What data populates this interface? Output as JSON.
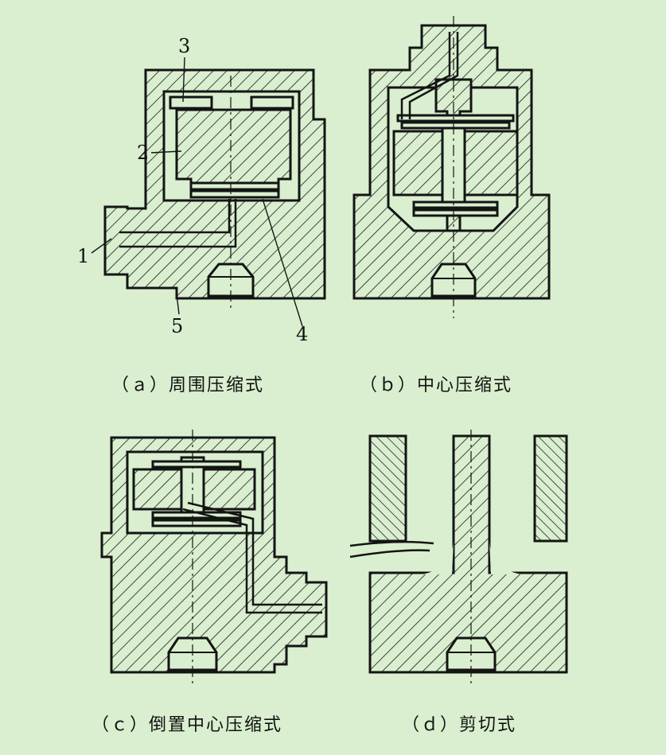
{
  "panels": {
    "a": {
      "caption": "（ａ）周围压缩式",
      "labels": {
        "l1": "1",
        "l2": "2",
        "l3": "3",
        "l4": "4",
        "l5": "5"
      }
    },
    "b": {
      "caption": "（ｂ）中心压缩式"
    },
    "c": {
      "caption": "（ｃ）倒置中心压缩式"
    },
    "d": {
      "caption": "（ｄ）剪切式"
    }
  },
  "colors": {
    "background": "#d9efcf",
    "ink": "#141414"
  }
}
